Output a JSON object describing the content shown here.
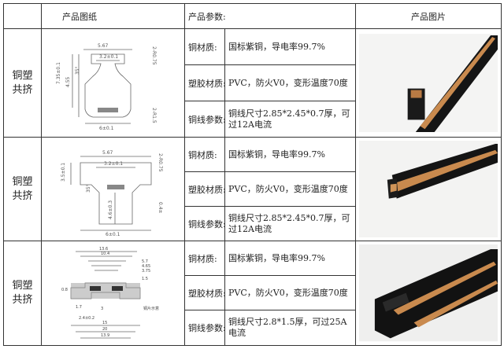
{
  "header": {
    "col_blank": "",
    "col_drawing": "产品图纸",
    "col_params": "产品参数:",
    "col_photo": "产品图片"
  },
  "rows": [
    {
      "category": [
        "铜塑",
        "共挤"
      ],
      "params": [
        {
          "label": "铜材质:",
          "value": "国标紫铜，导电率99.7%"
        },
        {
          "label": "塑胶材质:",
          "value": "PVC，防火V0，变形温度70度"
        },
        {
          "label": "铜线参数:",
          "value": "铜线尺寸2.85*2.45*0.7厚，可过12A电流"
        }
      ],
      "dims": {
        "top": "5.67",
        "mid": "3.2±0.1",
        "bottom": "6±0.1",
        "left1": "7.35±0.1",
        "left2": "4.55",
        "angle": "35°",
        "r_top": "2-R0.75",
        "r_bot": "2-R1.5"
      }
    },
    {
      "category": [
        "铜塑",
        "共挤"
      ],
      "params": [
        {
          "label": "铜材质:",
          "value": "国标紫铜，导电率99.7%"
        },
        {
          "label": "塑胶材质:",
          "value": "PVC，防火V0，变形温度70度"
        },
        {
          "label": "铜线参数:",
          "value": "铜线尺寸2.85*2.45*0.7厚，可过12A电流"
        }
      ],
      "dims": {
        "top": "5.67",
        "mid": "3.2±0.1",
        "bottom": "6±0.1",
        "left1": "3.5±0.1",
        "left2": "4.6±0.3",
        "angle": "35°",
        "r_top": "2-R0.75",
        "r_bot": "0.4±"
      }
    },
    {
      "category": [
        "铜塑",
        "共挤"
      ],
      "params": [
        {
          "label": "铜材质:",
          "value": "国标紫铜，导电率99.7%"
        },
        {
          "label": "塑胶材质:",
          "value": "PVC，防火V0，变形温度70度"
        },
        {
          "label": "铜线参数:",
          "value": "铜线尺寸2.8*1.5厚，可过25A电流"
        }
      ],
      "dims": {
        "d1": "13.6",
        "d2": "10.4",
        "d3": "5.7",
        "d4": "4.65",
        "d5": "3.75",
        "d6": "1.5",
        "d7": "0.8",
        "d8": "1.7",
        "d9": "2.4±0.2",
        "d10": "3",
        "d11": "15",
        "d12": "20",
        "d13": "13.9",
        "note": "铜片示意"
      }
    }
  ],
  "colors": {
    "border": "#333333",
    "drawing": "#555555",
    "copper": "#c98a4e",
    "plastic": "#151515"
  }
}
